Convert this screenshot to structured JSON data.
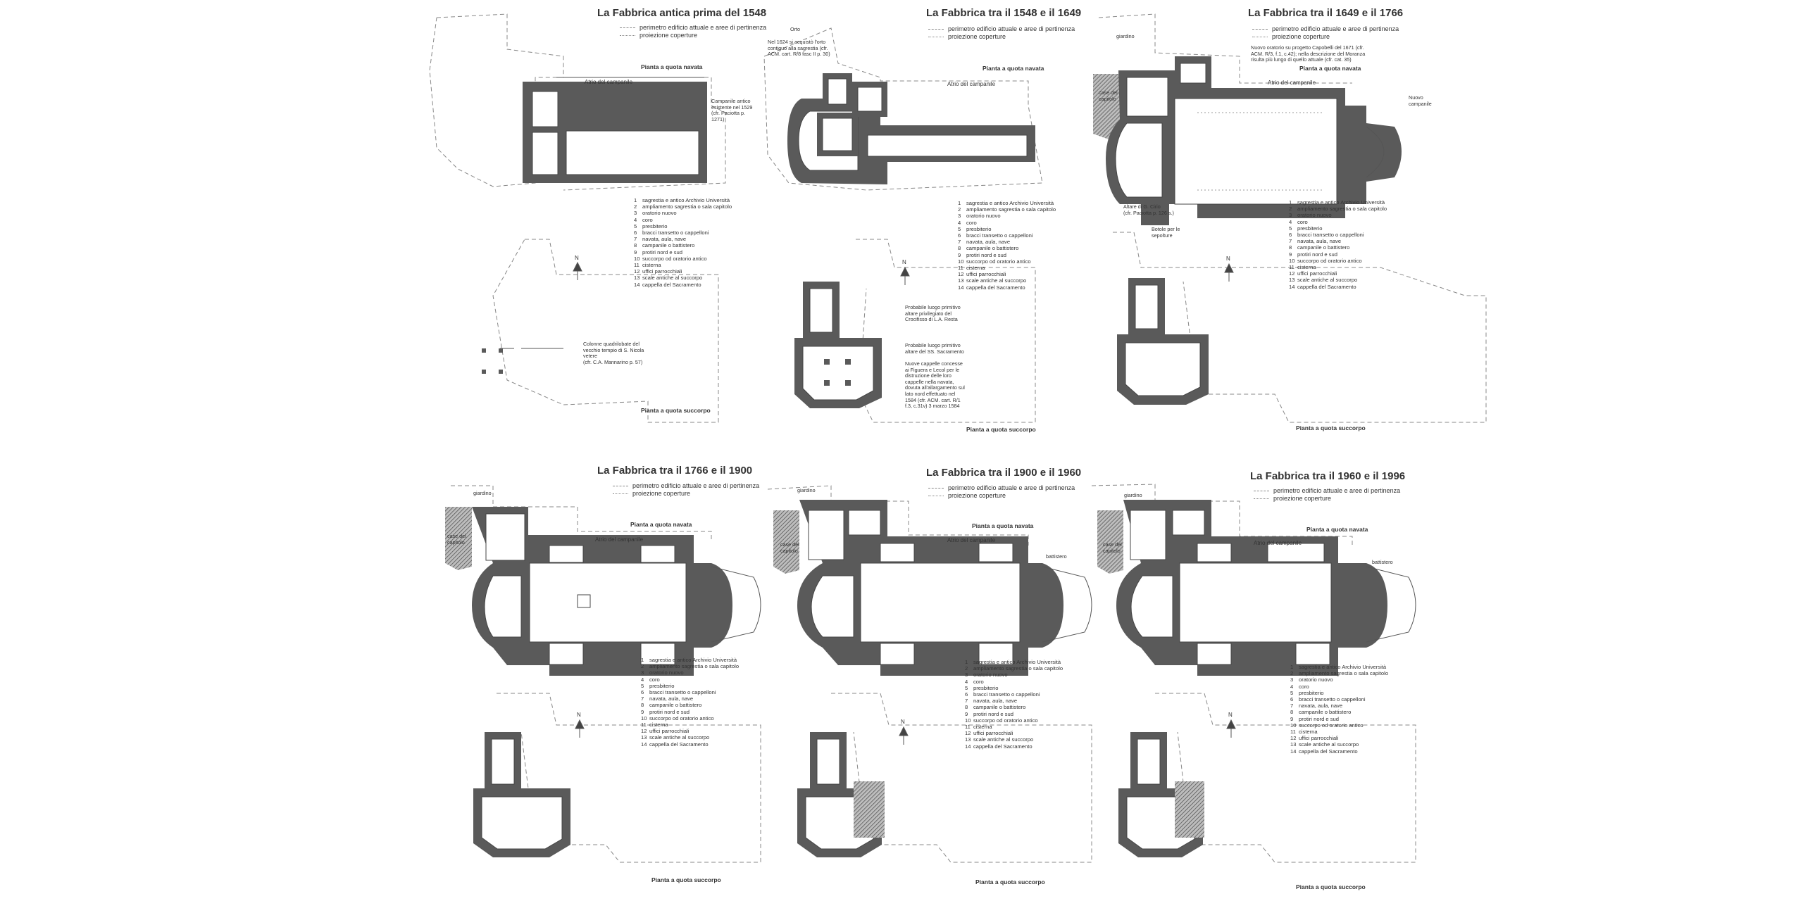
{
  "legend_common": {
    "perimeter": "perimetro edificio attuale e aree di pertinenza",
    "projection": "proiezione coperture",
    "plan_nave": "Pianta a quota navata",
    "plan_lower": "Pianta a quota succorpo",
    "atrium": "Atrio del campanile",
    "north": "N"
  },
  "numbered_legend": [
    {
      "n": "1",
      "t": "sagrestia e antico Archivio Università"
    },
    {
      "n": "2",
      "t": "ampliamento sagrestia o sala capitolo"
    },
    {
      "n": "3",
      "t": "oratorio nuovo"
    },
    {
      "n": "4",
      "t": "coro"
    },
    {
      "n": "5",
      "t": "presbiterio"
    },
    {
      "n": "6",
      "t": "bracci transetto o cappelloni"
    },
    {
      "n": "7",
      "t": "navata, aula, nave"
    },
    {
      "n": "8",
      "t": "campanile o battistero"
    },
    {
      "n": "9",
      "t": "protiri nord e sud"
    },
    {
      "n": "10",
      "t": "succorpo od oratorio  antico"
    },
    {
      "n": "11",
      "t": "cisterna"
    },
    {
      "n": "12",
      "t": "uffici parrocchiali"
    },
    {
      "n": "13",
      "t": "scale antiche al succorpo"
    },
    {
      "n": "14",
      "t": "cappella del Sacramento"
    }
  ],
  "panels": [
    {
      "title": "La Fabbrica antica prima del 1548"
    },
    {
      "title": "La Fabbrica tra il 1548 e il 1649"
    },
    {
      "title": "La Fabbrica tra il 1649 e il 1766"
    },
    {
      "title": "La Fabbrica tra il 1766 e il 1900"
    },
    {
      "title": "La Fabbrica tra il 1900 e il 1960"
    },
    {
      "title": "La Fabbrica tra il 1960 e il 1996"
    }
  ],
  "annotations": {
    "p1_campanile": "Campanile antico\nesistente nel 1529\n(cfr. Paciotta p.\n1271)",
    "p1_colonne": "Colonne quadrilobate del\nvecchio tempio di S. Nicola\nvetere\n(cfr. C.A. Mannarino p. 57)",
    "p2_orto": "Orto",
    "p2_orto_note": "Nel 1624 si acquistò l'orto\ncontiguo alla sagrestia (cfr.\nACM. cart. R/8 fasc II p. 30)",
    "p2_luogo1": "Probabile luogo primitivo\naltare privilegiato del\nCrocifisso di L.A. Resta",
    "p2_luogo2": "Probabile luogo primitivo\naltare del SS. Sacramento",
    "p2_cappelle": "Nuove cappelle concesse\nai Figuera e Lecol per le\ndistruzione delle loro\ncappelle nella navata,\ndovuta all'allargamento sul\nlato nord effettuato nel\n1584 (cfr. ACM. cart. R/1\nf.3, c.31v) 3 marzo 1584",
    "p3_oratorio": "Nuovo oratorio su progetto Capobelli del 1671 (cfr.\nACM. R/3, f.1, c.42); nella descrizione del Moranza\nrisulta più lungo di quello attuale (cfr. cat. 35)",
    "p3_nuovo_campanile": "Nuovo\ncampanile",
    "p3_altare": "Altare di G. Cirio\n(cfr. Paciotta p. 126 s.)",
    "p3_botole": "Botole per le\nsepolture",
    "giardino": "giardino",
    "case_capitolo": "case del\ncapitolo",
    "battistero": "battistero"
  }
}
